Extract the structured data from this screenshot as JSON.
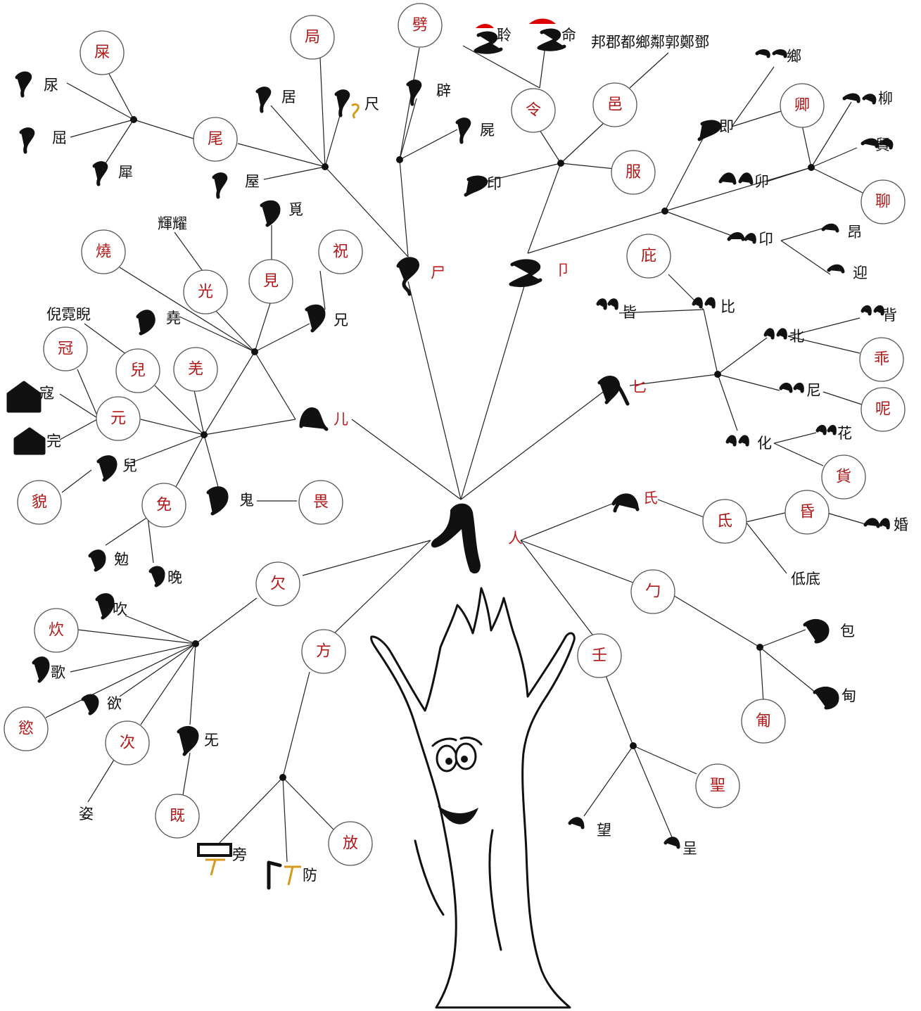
{
  "root": {
    "label": "人"
  },
  "branches": [
    {
      "key": "shi",
      "label": "尸"
    },
    {
      "key": "jie",
      "label": "卩"
    },
    {
      "key": "bi",
      "label": "匕"
    },
    {
      "key": "shi2",
      "label": "氏"
    },
    {
      "key": "er",
      "label": "儿"
    },
    {
      "key": "qian",
      "label": "欠"
    },
    {
      "key": "fang",
      "label": "方"
    },
    {
      "key": "bao",
      "label": "勹"
    },
    {
      "key": "ting",
      "label": "壬"
    }
  ],
  "circles": {
    "shi": [
      "屎",
      "尾",
      "局",
      "劈"
    ],
    "jie": [
      "令",
      "邑",
      "服",
      "卿",
      "聊"
    ],
    "bi": [
      "庇",
      "乖",
      "呢",
      "貨"
    ],
    "shi2": [
      "氐",
      "昏"
    ],
    "er": [
      "燒",
      "光",
      "見",
      "祝",
      "冠",
      "兒",
      "羌",
      "元",
      "貌",
      "免",
      "畏"
    ],
    "qian": [
      "炊",
      "慾",
      "次",
      "既"
    ],
    "fang": [
      "方",
      "放"
    ],
    "bao": [
      "勹",
      "匍"
    ],
    "ting": [
      "壬",
      "聖"
    ]
  },
  "labels": {
    "shi": [
      "尿",
      "屈",
      "犀",
      "居",
      "屋",
      "尺",
      "辟",
      "屍"
    ],
    "jie": [
      "聆",
      "命",
      "邦郡都鄉鄰郭鄭鄧",
      "鄉",
      "即",
      "柳",
      "貿",
      "卯",
      "卬",
      "昂",
      "迎",
      "印"
    ],
    "bi": [
      "皆",
      "比",
      "北",
      "背",
      "尼",
      "化",
      "花"
    ],
    "shi2": [
      "婚",
      "低底"
    ],
    "er": [
      "輝耀",
      "覓",
      "堯",
      "兄",
      "倪霓睨",
      "寇",
      "完",
      "兒",
      "鬼",
      "勉",
      "晚"
    ],
    "qian": [
      "吹",
      "歌",
      "欲",
      "姿",
      "旡"
    ],
    "fang": [
      "旁",
      "防"
    ],
    "bao": [
      "包",
      "甸"
    ],
    "ting": [
      "望",
      "呈"
    ]
  }
}
